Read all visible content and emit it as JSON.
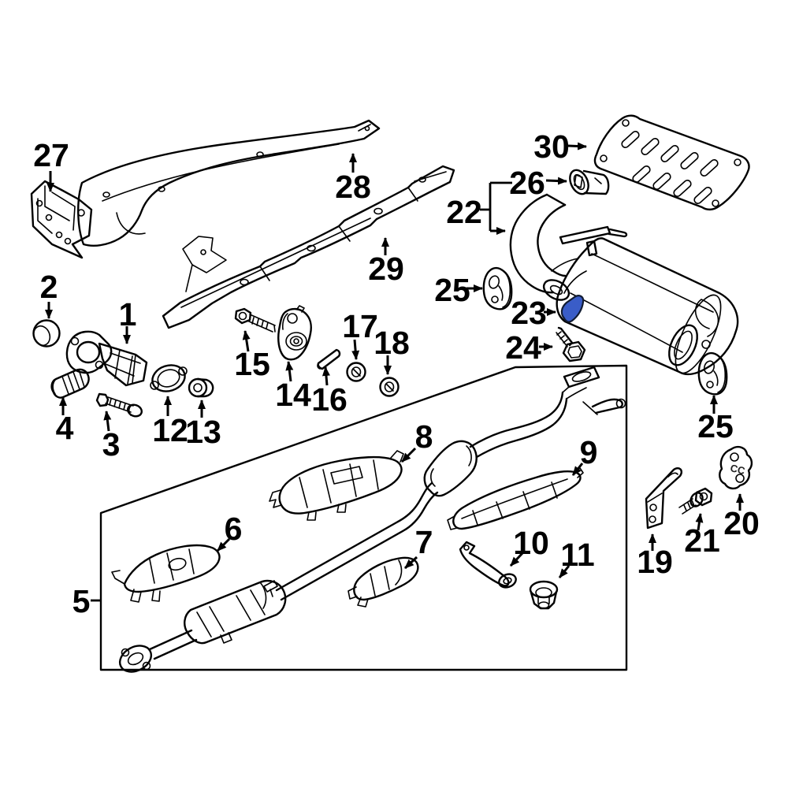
{
  "colors": {
    "line": "#000000",
    "background": "#ffffff",
    "highlight_fill": "#3a5dc8",
    "highlight_stroke": "#111c33"
  },
  "parts": {
    "p20_marking": "CC"
  },
  "callouts": {
    "c1": {
      "label": "1"
    },
    "c2": {
      "label": "2"
    },
    "c3": {
      "label": "3"
    },
    "c4": {
      "label": "4"
    },
    "c5": {
      "label": "5"
    },
    "c6": {
      "label": "6"
    },
    "c7": {
      "label": "7"
    },
    "c8": {
      "label": "8"
    },
    "c9": {
      "label": "9"
    },
    "c10": {
      "label": "10"
    },
    "c11": {
      "label": "11"
    },
    "c12": {
      "label": "12"
    },
    "c13": {
      "label": "13"
    },
    "c14": {
      "label": "14"
    },
    "c15": {
      "label": "15"
    },
    "c16": {
      "label": "16"
    },
    "c17": {
      "label": "17"
    },
    "c18": {
      "label": "18"
    },
    "c19": {
      "label": "19"
    },
    "c20": {
      "label": "20"
    },
    "c21": {
      "label": "21"
    },
    "c22": {
      "label": "22"
    },
    "c23": {
      "label": "23"
    },
    "c24": {
      "label": "24"
    },
    "c25a": {
      "label": "25"
    },
    "c25b": {
      "label": "25"
    },
    "c26": {
      "label": "26"
    },
    "c27": {
      "label": "27"
    },
    "c28": {
      "label": "28"
    },
    "c29": {
      "label": "29"
    },
    "c30": {
      "label": "30"
    }
  }
}
